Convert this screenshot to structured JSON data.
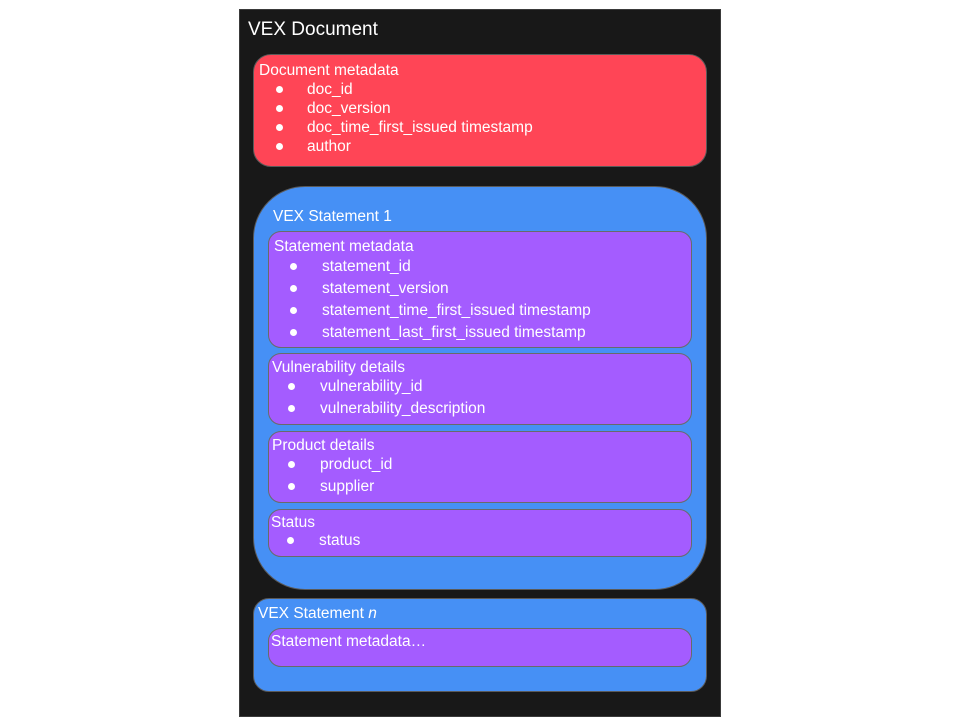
{
  "document": {
    "title": "VEX Document",
    "metadata": {
      "heading": "Document metadata",
      "items": [
        "doc_id",
        "doc_version",
        "doc_time_first_issued timestamp",
        "author"
      ]
    }
  },
  "statement1": {
    "title": "VEX Statement 1",
    "statement_metadata": {
      "heading": "Statement metadata",
      "items": [
        "statement_id",
        "statement_version",
        "statement_time_first_issued timestamp",
        "statement_last_first_issued timestamp"
      ]
    },
    "vulnerability_details": {
      "heading": "Vulnerability details",
      "items": [
        "vulnerability_id",
        "vulnerability_description"
      ]
    },
    "product_details": {
      "heading": "Product details",
      "items": [
        "product_id",
        "supplier"
      ]
    },
    "status": {
      "heading": "Status",
      "items": [
        "status"
      ]
    }
  },
  "statementN": {
    "title_prefix": "VEX Statement ",
    "title_var": "n",
    "statement_metadata": "Statement metadata…"
  },
  "colors": {
    "document_bg": "#181818",
    "metadata_red": "#ff4556",
    "statement_blue": "#4690f5",
    "section_purple": "#a45cff"
  }
}
